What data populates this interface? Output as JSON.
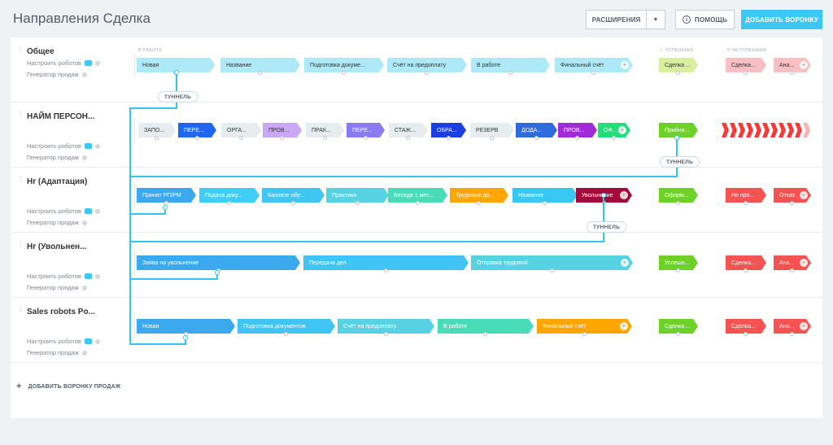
{
  "header": {
    "title": "Направления Сделка",
    "extensions_label": "РАСШИРЕНИЯ",
    "help_label": "ПОМОЩЬ",
    "add_funnel_label": "ДОБАВИТЬ ВОРОНКУ"
  },
  "categories": {
    "in_work": "В РАБОТЕ",
    "success": "УСПЕШНЫЕ",
    "fail": "НЕУСПЕШНЫЕ"
  },
  "tunnel_label": "ТУННЕЛЬ",
  "funnels": [
    {
      "name": "Общее",
      "robots": "Настроить роботов",
      "generator": "Генератор продаж",
      "stages": [
        {
          "label": "Новая",
          "color": "#aee9f8"
        },
        {
          "label": "Название",
          "color": "#aee9f8"
        },
        {
          "label": "Подготовка докуме...",
          "color": "#aee9f8"
        },
        {
          "label": "Счёт на предоплату",
          "color": "#aee9f8"
        },
        {
          "label": "В работе",
          "color": "#aee9f8"
        },
        {
          "label": "Финальный счёт",
          "color": "#aee9f8"
        }
      ],
      "success": {
        "label": "Сделка ...",
        "color": "#d8ef9d"
      },
      "fails": [
        {
          "label": "Сделка...",
          "color": "#f9c0c3"
        },
        {
          "label": "Ана...",
          "color": "#f9c0c3"
        }
      ]
    },
    {
      "name": "НАЙМ ПЕРСОН...",
      "robots": "Настроить роботов",
      "generator": "Генератор продаж",
      "stages": [
        {
          "label": "ЗАПО...",
          "color": "#e6ecef"
        },
        {
          "label": "ПЕРЕ...",
          "color": "#2066f1"
        },
        {
          "label": "ОРГА...",
          "color": "#e6ecef"
        },
        {
          "label": "ПРОВ...",
          "color": "#c9a8f5"
        },
        {
          "label": "ПРАК...",
          "color": "#e6ecef"
        },
        {
          "label": "ПЕРЕ...",
          "color": "#8b7bf0"
        },
        {
          "label": "СТАЖ...",
          "color": "#e6ecef"
        },
        {
          "label": "ОБРА...",
          "color": "#1a3ee0"
        },
        {
          "label": "РЕЗЕРВ",
          "color": "#e6ecef"
        },
        {
          "label": "ДОДА...",
          "color": "#2f6bdc"
        },
        {
          "label": "ПРОВ...",
          "color": "#a22bd8"
        },
        {
          "label": "ОФ...",
          "color": "#21de7a"
        }
      ],
      "success": {
        "label": "Прийня...",
        "color": "#6ed128"
      },
      "fails": []
    },
    {
      "name": "Hr (Адаптация)",
      "robots": "Настроить роботов",
      "generator": "Генератор продаж",
      "stages": [
        {
          "label": "Принят РП/РМ",
          "color": "#3ca9ee"
        },
        {
          "label": "Подача доку...",
          "color": "#3fcef5"
        },
        {
          "label": "Базовое обу...",
          "color": "#40c6f0"
        },
        {
          "label": "Практика",
          "color": "#56d2e2"
        },
        {
          "label": "Беседа 1 мес...",
          "color": "#48dcb9"
        },
        {
          "label": "Трудовые до...",
          "color": "#ffa500"
        },
        {
          "label": "Название",
          "color": "#39c8f2"
        },
        {
          "label": "Увольнение",
          "color": "#a20b3a"
        }
      ],
      "success": {
        "label": "Оформ...",
        "color": "#6ed128"
      },
      "fails": [
        {
          "label": "Не про...",
          "color": "#f55252"
        },
        {
          "label": "Отказ",
          "color": "#f55252"
        }
      ]
    },
    {
      "name": "Hr (Увольнен...",
      "robots": "Настроить роботов",
      "generator": "Генератор продаж",
      "stages": [
        {
          "label": "Заява на увольнение",
          "color": "#3ca9ee"
        },
        {
          "label": "Передача дел",
          "color": "#3fc4f3"
        },
        {
          "label": "Отправка трудовой",
          "color": "#56d2e2"
        }
      ],
      "success": {
        "label": "Успешн...",
        "color": "#6ed128"
      },
      "fails": [
        {
          "label": "Сделка...",
          "color": "#f55252"
        },
        {
          "label": "Ана...",
          "color": "#f55252"
        }
      ]
    },
    {
      "name": "Sales robots Po...",
      "robots": "Настроить роботов",
      "generator": "Генератор продаж",
      "stages": [
        {
          "label": "Новая",
          "color": "#3ca9ee"
        },
        {
          "label": "Подготовка документов",
          "color": "#3fc4f3"
        },
        {
          "label": "Счёт на предоплату",
          "color": "#56d2e2"
        },
        {
          "label": "В работе",
          "color": "#48dcb9"
        },
        {
          "label": "Финальный счёт",
          "color": "#ffa500"
        }
      ],
      "success": {
        "label": "Сделка ...",
        "color": "#6ed128"
      },
      "fails": [
        {
          "label": "Сделка...",
          "color": "#f55252"
        },
        {
          "label": "Ана...",
          "color": "#f55252"
        }
      ]
    }
  ],
  "add_sales_funnel": "ДОБАВИТЬ ВОРОНКУ ПРОДАЖ"
}
